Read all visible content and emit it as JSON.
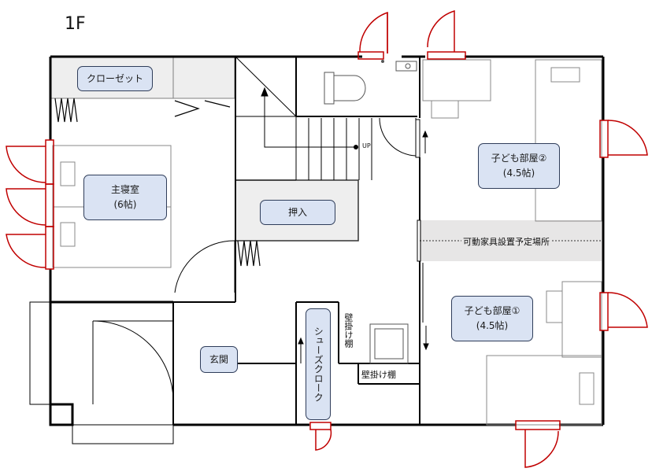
{
  "floor_label": "1F",
  "labels": {
    "closet": "クローゼット",
    "master_bedroom": "主寝室\n(6帖)",
    "oshiire": "押入",
    "entrance": "玄関",
    "shoe_cloak": "シューズクローク",
    "wall_shelf_vertical": "壁掛け棚",
    "wall_shelf_horizontal": "壁掛け棚",
    "kids_room_2": "子ども部屋②\n(4.5帖)",
    "kids_room_1": "子ども部屋①\n(4.5帖)",
    "movable_furniture": "可動家具設置予定場所",
    "stair_up": "UP"
  },
  "colors": {
    "wall": "#000000",
    "door": "#c00000",
    "fixture": "#7f7f7f",
    "label_fill": "#dae3f3",
    "label_border": "#2f3d5a",
    "movable_band": "#e7e6e6"
  }
}
